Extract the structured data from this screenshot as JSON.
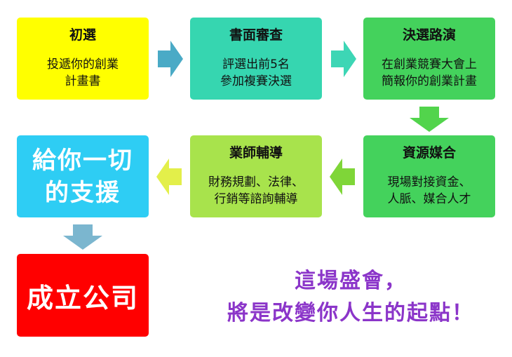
{
  "steps": [
    {
      "title": "初選",
      "body": "投遞你的創業\n計畫書",
      "color": "#ffff00"
    },
    {
      "title": "書面審查",
      "body": "評選出前5名\n參加複賽決選",
      "color": "#36d6b0"
    },
    {
      "title": "決選路演",
      "body": "在創業競賽大會上\n簡報你的創業計畫",
      "color": "#44d25c"
    },
    {
      "title": "資源媒合",
      "body": "現場對接資金、\n人脈、媒合人才",
      "color": "#44d25c"
    },
    {
      "title": "業師輔導",
      "body": "財務規劃、法律、\n行銷等諮詢輔導",
      "color": "#a8e34c"
    }
  ],
  "support": {
    "text": "給你一切\n的支援",
    "color": "#2ecdf4"
  },
  "result": {
    "text": "成立公司",
    "color": "#ff0000"
  },
  "slogan": {
    "line1": "這場盛會，",
    "line2": "將是改變你人生的起點！",
    "color": "#8b35c9"
  },
  "arrow_colors": {
    "a1": "#4aaac6",
    "a2": "#3dd6b5",
    "a3": "#52d44c",
    "a4": "#7fd638",
    "a5": "#e3ef4a",
    "a6": "#7bb6cf"
  }
}
